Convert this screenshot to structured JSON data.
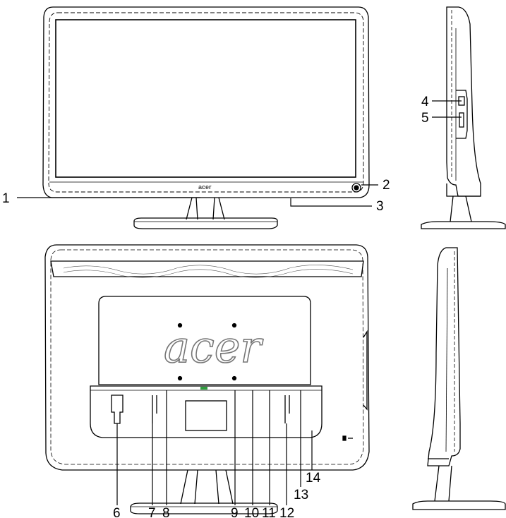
{
  "brand": {
    "logo_text": "acer"
  },
  "callouts": {
    "front": {
      "1": "1",
      "2": "2",
      "3": "3"
    },
    "side_right": {
      "4": "4",
      "5": "5"
    },
    "rear": {
      "6": "6",
      "7": "7",
      "8": "8",
      "9": "9",
      "10": "10",
      "11": "11",
      "12": "12",
      "13": "13",
      "14": "14"
    }
  },
  "colors": {
    "line": "#000000",
    "screen_border": "#333333",
    "accent_green": "#2e9e3e"
  }
}
